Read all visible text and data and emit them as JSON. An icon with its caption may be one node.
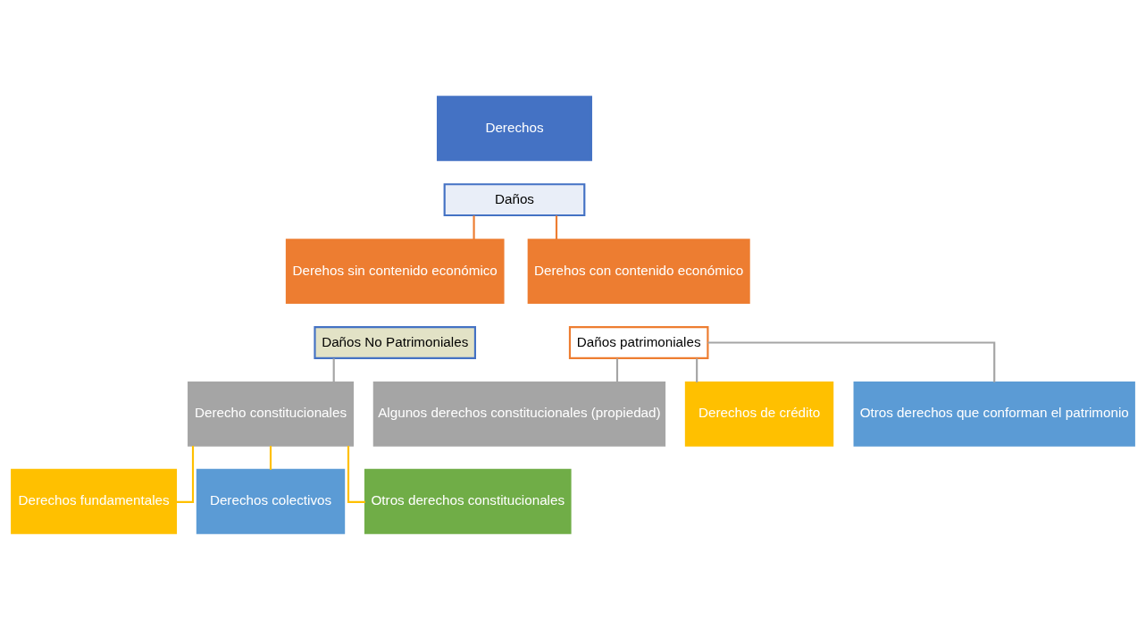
{
  "diagram": {
    "nodes": [
      {
        "text": [
          "Derechos"
        ]
      },
      {
        "text": [
          "Daños"
        ]
      },
      {
        "text": [
          "Derehos sin contenido económico"
        ]
      },
      {
        "text": [
          "Daños No Patrimoniales"
        ]
      },
      {
        "text": [
          "Derehos con contenido económico"
        ]
      },
      {
        "text": [
          "Daños patrimoniales"
        ]
      },
      {
        "text": [
          "Derecho constitucionales"
        ]
      },
      {
        "text": [
          "Derechos fundamentales"
        ]
      },
      {
        "text": [
          "Derechos colectivos"
        ]
      },
      {
        "text": [
          "Otros derechos constitucionales"
        ]
      },
      {
        "text": [
          "Algunos derechos constitucionales (propiedad)"
        ]
      },
      {
        "text": [
          "Derechos de crédito"
        ]
      },
      {
        "text": [
          "Otros derechos que conforman el patrimonio"
        ]
      }
    ],
    "edges": [
      {
        "from": 1,
        "to": 2,
        "arrow": "none",
        "color": "#ed7d31"
      },
      {
        "from": 1,
        "to": 4,
        "arrow": "none",
        "color": "#ed7d31"
      },
      {
        "from": 3,
        "to": 6,
        "arrow": "none"
      },
      {
        "from": 6,
        "to": 7,
        "arrow": "none",
        "color": "#ffc000"
      },
      {
        "from": 6,
        "to": 8,
        "arrow": "none",
        "color": "#ffc000"
      },
      {
        "from": 6,
        "to": 9,
        "arrow": "none",
        "color": "#ffc000"
      },
      {
        "from": 5,
        "to": 10,
        "arrow": "none"
      },
      {
        "from": 5,
        "to": 11,
        "arrow": "none"
      },
      {
        "from": 5,
        "to": 12,
        "arrow": "none"
      }
    ]
  }
}
